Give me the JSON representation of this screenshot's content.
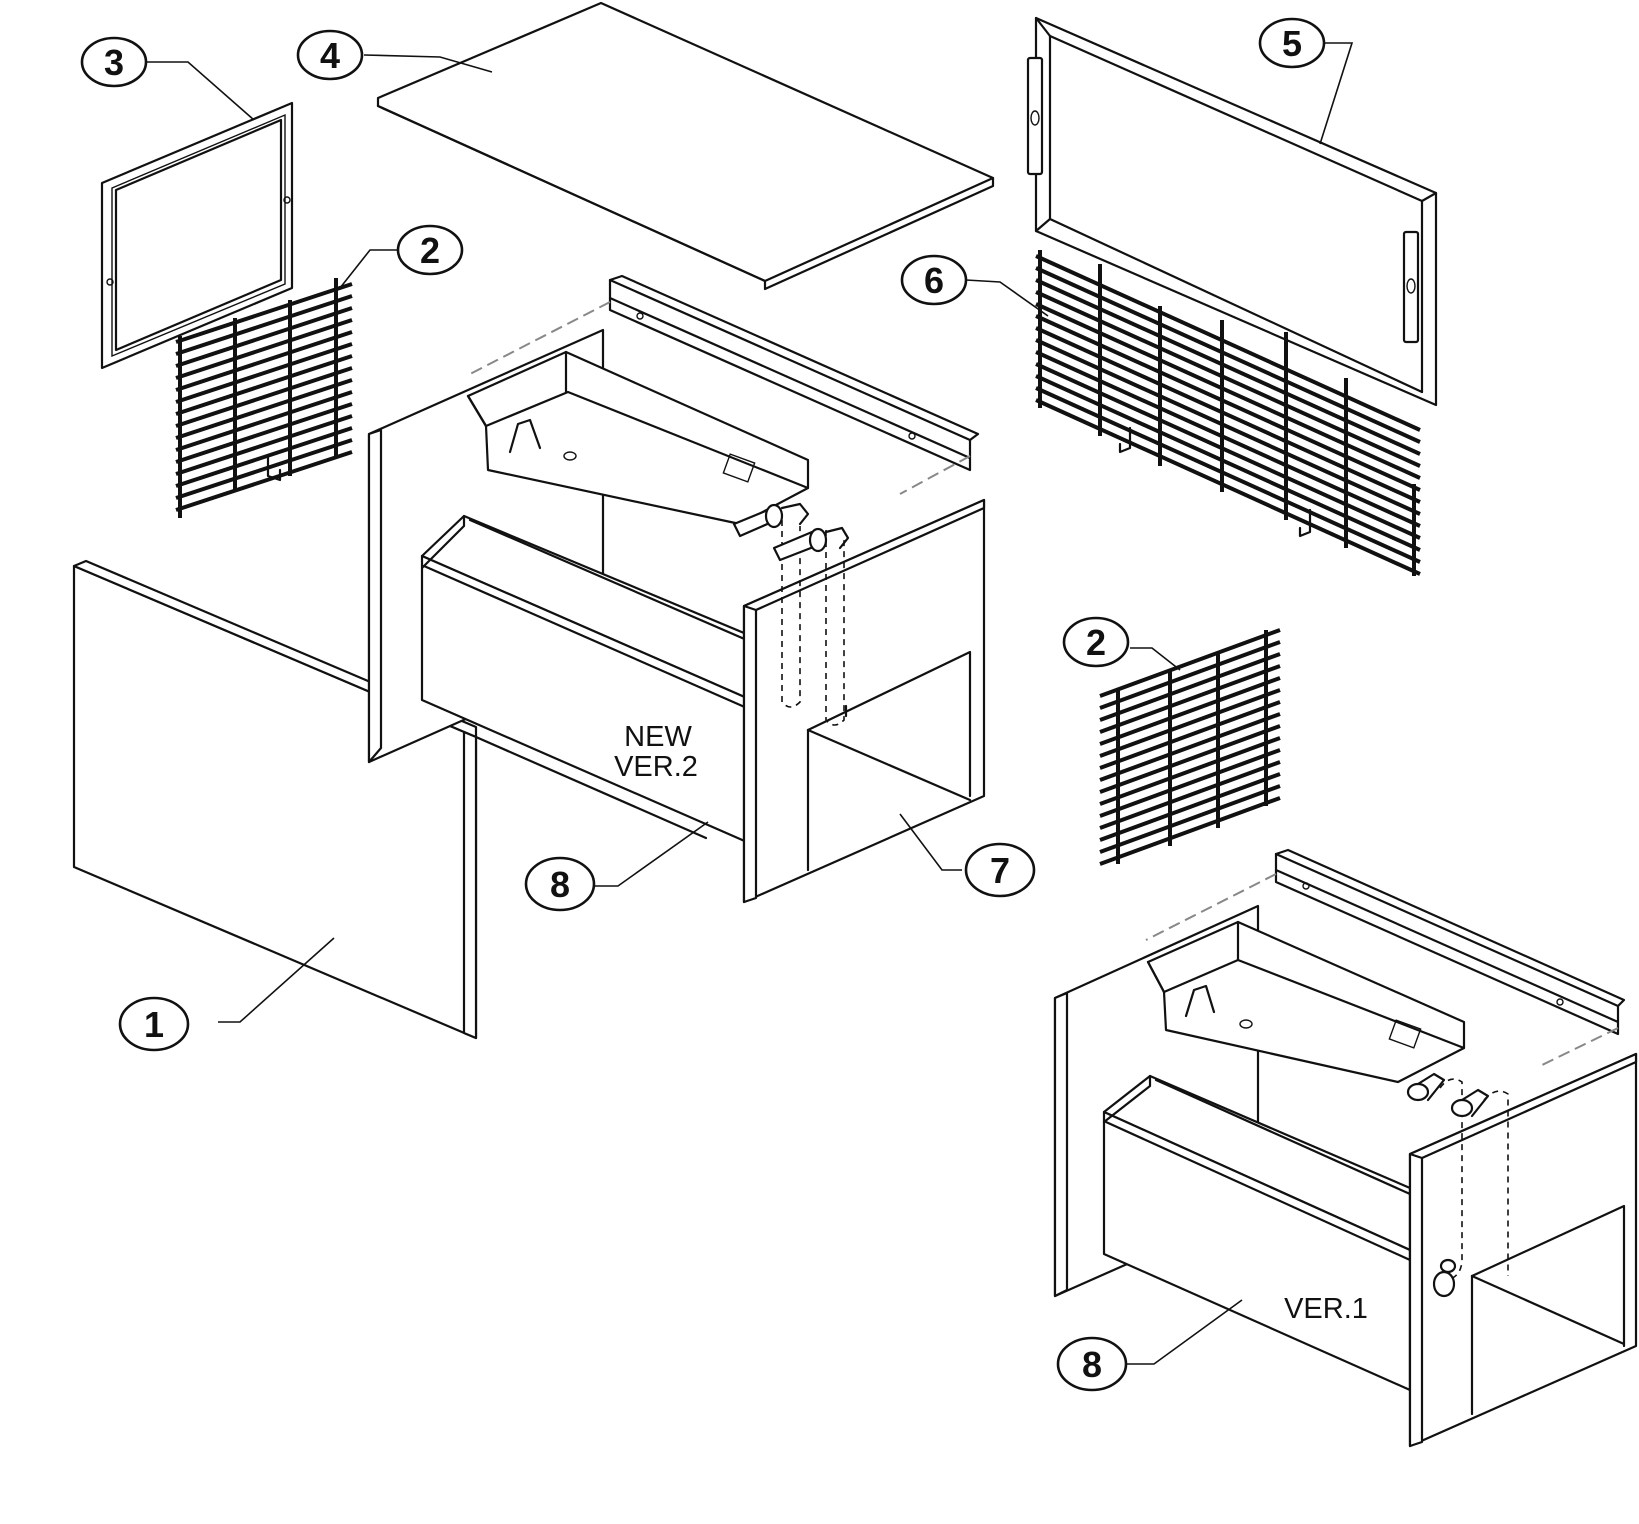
{
  "callouts": [
    {
      "id": "c1",
      "label": "1"
    },
    {
      "id": "c2a",
      "label": "2"
    },
    {
      "id": "c2b",
      "label": "2"
    },
    {
      "id": "c3",
      "label": "3"
    },
    {
      "id": "c4",
      "label": "4"
    },
    {
      "id": "c5",
      "label": "5"
    },
    {
      "id": "c6",
      "label": "6"
    },
    {
      "id": "c7",
      "label": "7"
    },
    {
      "id": "c8a",
      "label": "8"
    },
    {
      "id": "c8b",
      "label": "8"
    }
  ],
  "captions": {
    "new_line1": "NEW",
    "new_line2": "VER.2",
    "old": "VER.1"
  }
}
